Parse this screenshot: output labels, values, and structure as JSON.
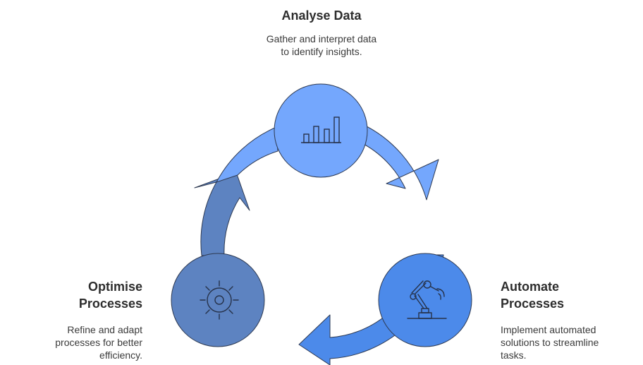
{
  "steps": [
    {
      "title_lines": [
        "Analyse Data"
      ],
      "desc_lines": [
        "Gather and interpret data",
        "to identify insights."
      ],
      "icon": "bar-chart-icon",
      "color": "#74a7fd"
    },
    {
      "title_lines": [
        "Automate",
        "Processes"
      ],
      "desc_lines": [
        "Implement automated",
        "solutions to streamline",
        "tasks."
      ],
      "icon": "robotic-arm-icon",
      "color": "#4c8aea"
    },
    {
      "title_lines": [
        "Optimise",
        "Processes"
      ],
      "desc_lines": [
        "Refine and adapt",
        "processes for better",
        "efficiency."
      ],
      "icon": "gear-sun-icon",
      "color": "#5d83c1"
    }
  ],
  "colors": {
    "outline": "#2e3a52",
    "icon_stroke": "#26324a",
    "text": "#2d2d2d",
    "background": "#ffffff"
  }
}
